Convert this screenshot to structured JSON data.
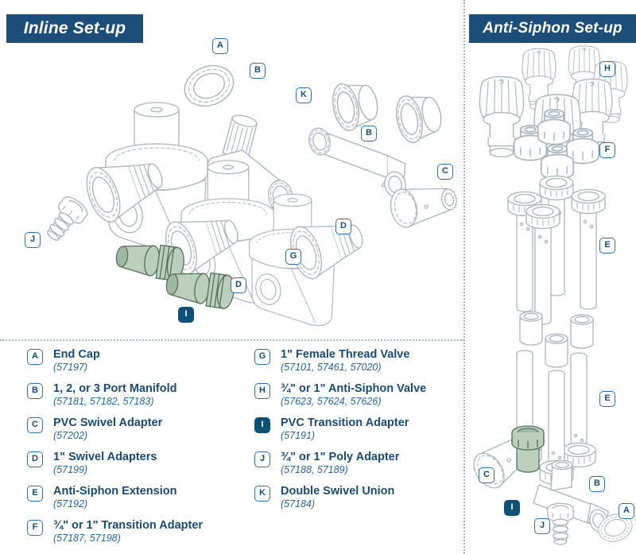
{
  "inline_panel": {
    "title": "Inline Set-up"
  },
  "anti_siphon_panel": {
    "title": "Anti-Siphon Set-up"
  },
  "colors": {
    "banner_bg": "#1d4e79",
    "legend_text": "#1b4a73",
    "part_number_text": "#27639b",
    "badge_border": "#2f6ea6",
    "badge_filled_bg": "#0f5077",
    "line_art": "#a9b4bd",
    "highlight_green": "#bccfbd",
    "divider_dots": "#9fb0c0"
  },
  "legend": {
    "items": [
      {
        "letter": "A",
        "title": "End Cap",
        "parts": "(57197)"
      },
      {
        "letter": "B",
        "title": "1, 2, or 3 Port Manifold",
        "parts": "(57181, 57182, 57183)"
      },
      {
        "letter": "C",
        "title": "PVC Swivel Adapter",
        "parts": "(57202)"
      },
      {
        "letter": "D",
        "title": "1\" Swivel Adapters",
        "parts": "(57199)"
      },
      {
        "letter": "E",
        "title": "Anti-Siphon Extension",
        "parts": "(57192)"
      },
      {
        "letter": "F",
        "title": "¾\" or 1\" Transition Adapter",
        "parts": "(57187, 57198)"
      },
      {
        "letter": "G",
        "title": "1\" Female Thread Valve",
        "parts": "(57101, 57461, 57020)"
      },
      {
        "letter": "H",
        "title": "¾\" or 1\" Anti-Siphon Valve",
        "parts": "(57623, 57624, 57626)"
      },
      {
        "letter": "I",
        "title": "PVC Transition Adapter",
        "parts": "(57191)",
        "filled": true
      },
      {
        "letter": "J",
        "title": "¾\" or 1\" Poly Adapter",
        "parts": "(57188, 57189)"
      },
      {
        "letter": "K",
        "title": "Double Swivel Union",
        "parts": "(57184)"
      }
    ]
  },
  "diagram_badges": {
    "inline": [
      {
        "letter": "A"
      },
      {
        "letter": "B"
      },
      {
        "letter": "K"
      },
      {
        "letter": "B"
      },
      {
        "letter": "C"
      },
      {
        "letter": "D"
      },
      {
        "letter": "G"
      },
      {
        "letter": "D"
      },
      {
        "letter": "I",
        "filled": true
      },
      {
        "letter": "J"
      }
    ],
    "anti_siphon": [
      {
        "letter": "H"
      },
      {
        "letter": "F"
      },
      {
        "letter": "E"
      },
      {
        "letter": "E"
      },
      {
        "letter": "C"
      },
      {
        "letter": "B"
      },
      {
        "letter": "I",
        "filled": true
      },
      {
        "letter": "J"
      },
      {
        "letter": "A"
      }
    ]
  }
}
